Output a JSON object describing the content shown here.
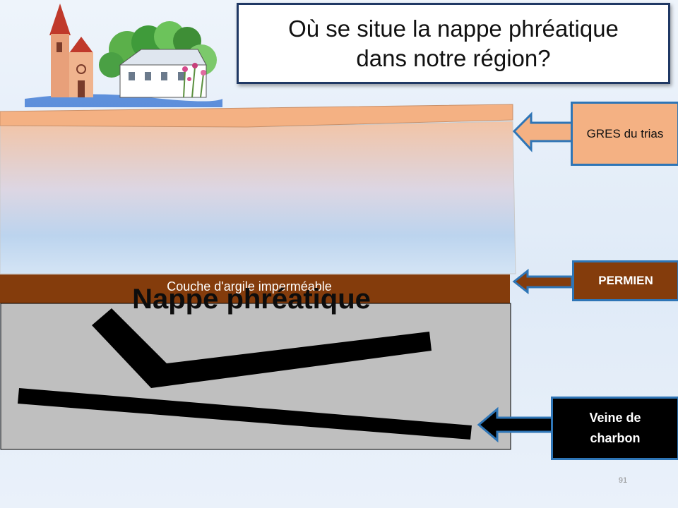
{
  "title": {
    "line1": "Où se situe la nappe phréatique",
    "line2": "dans notre région?"
  },
  "diagram": {
    "aquifer_label": "Nappe phréatique",
    "clay_layer_label": "Couche d'argile imperméable",
    "callouts": {
      "gres": "GRES du trias",
      "permien": "PERMIEN",
      "veine_line1": "Veine de",
      "veine_line2": "charbon"
    }
  },
  "colors": {
    "gres": "#f4b183",
    "clay": "#843c0c",
    "rock": "#bfbfbf",
    "coal": "#000000",
    "border": "#2e75b6",
    "title_border": "#1f3864"
  },
  "icons": {
    "logo": "village-church-watercolor-icon"
  },
  "slide_number": "91"
}
